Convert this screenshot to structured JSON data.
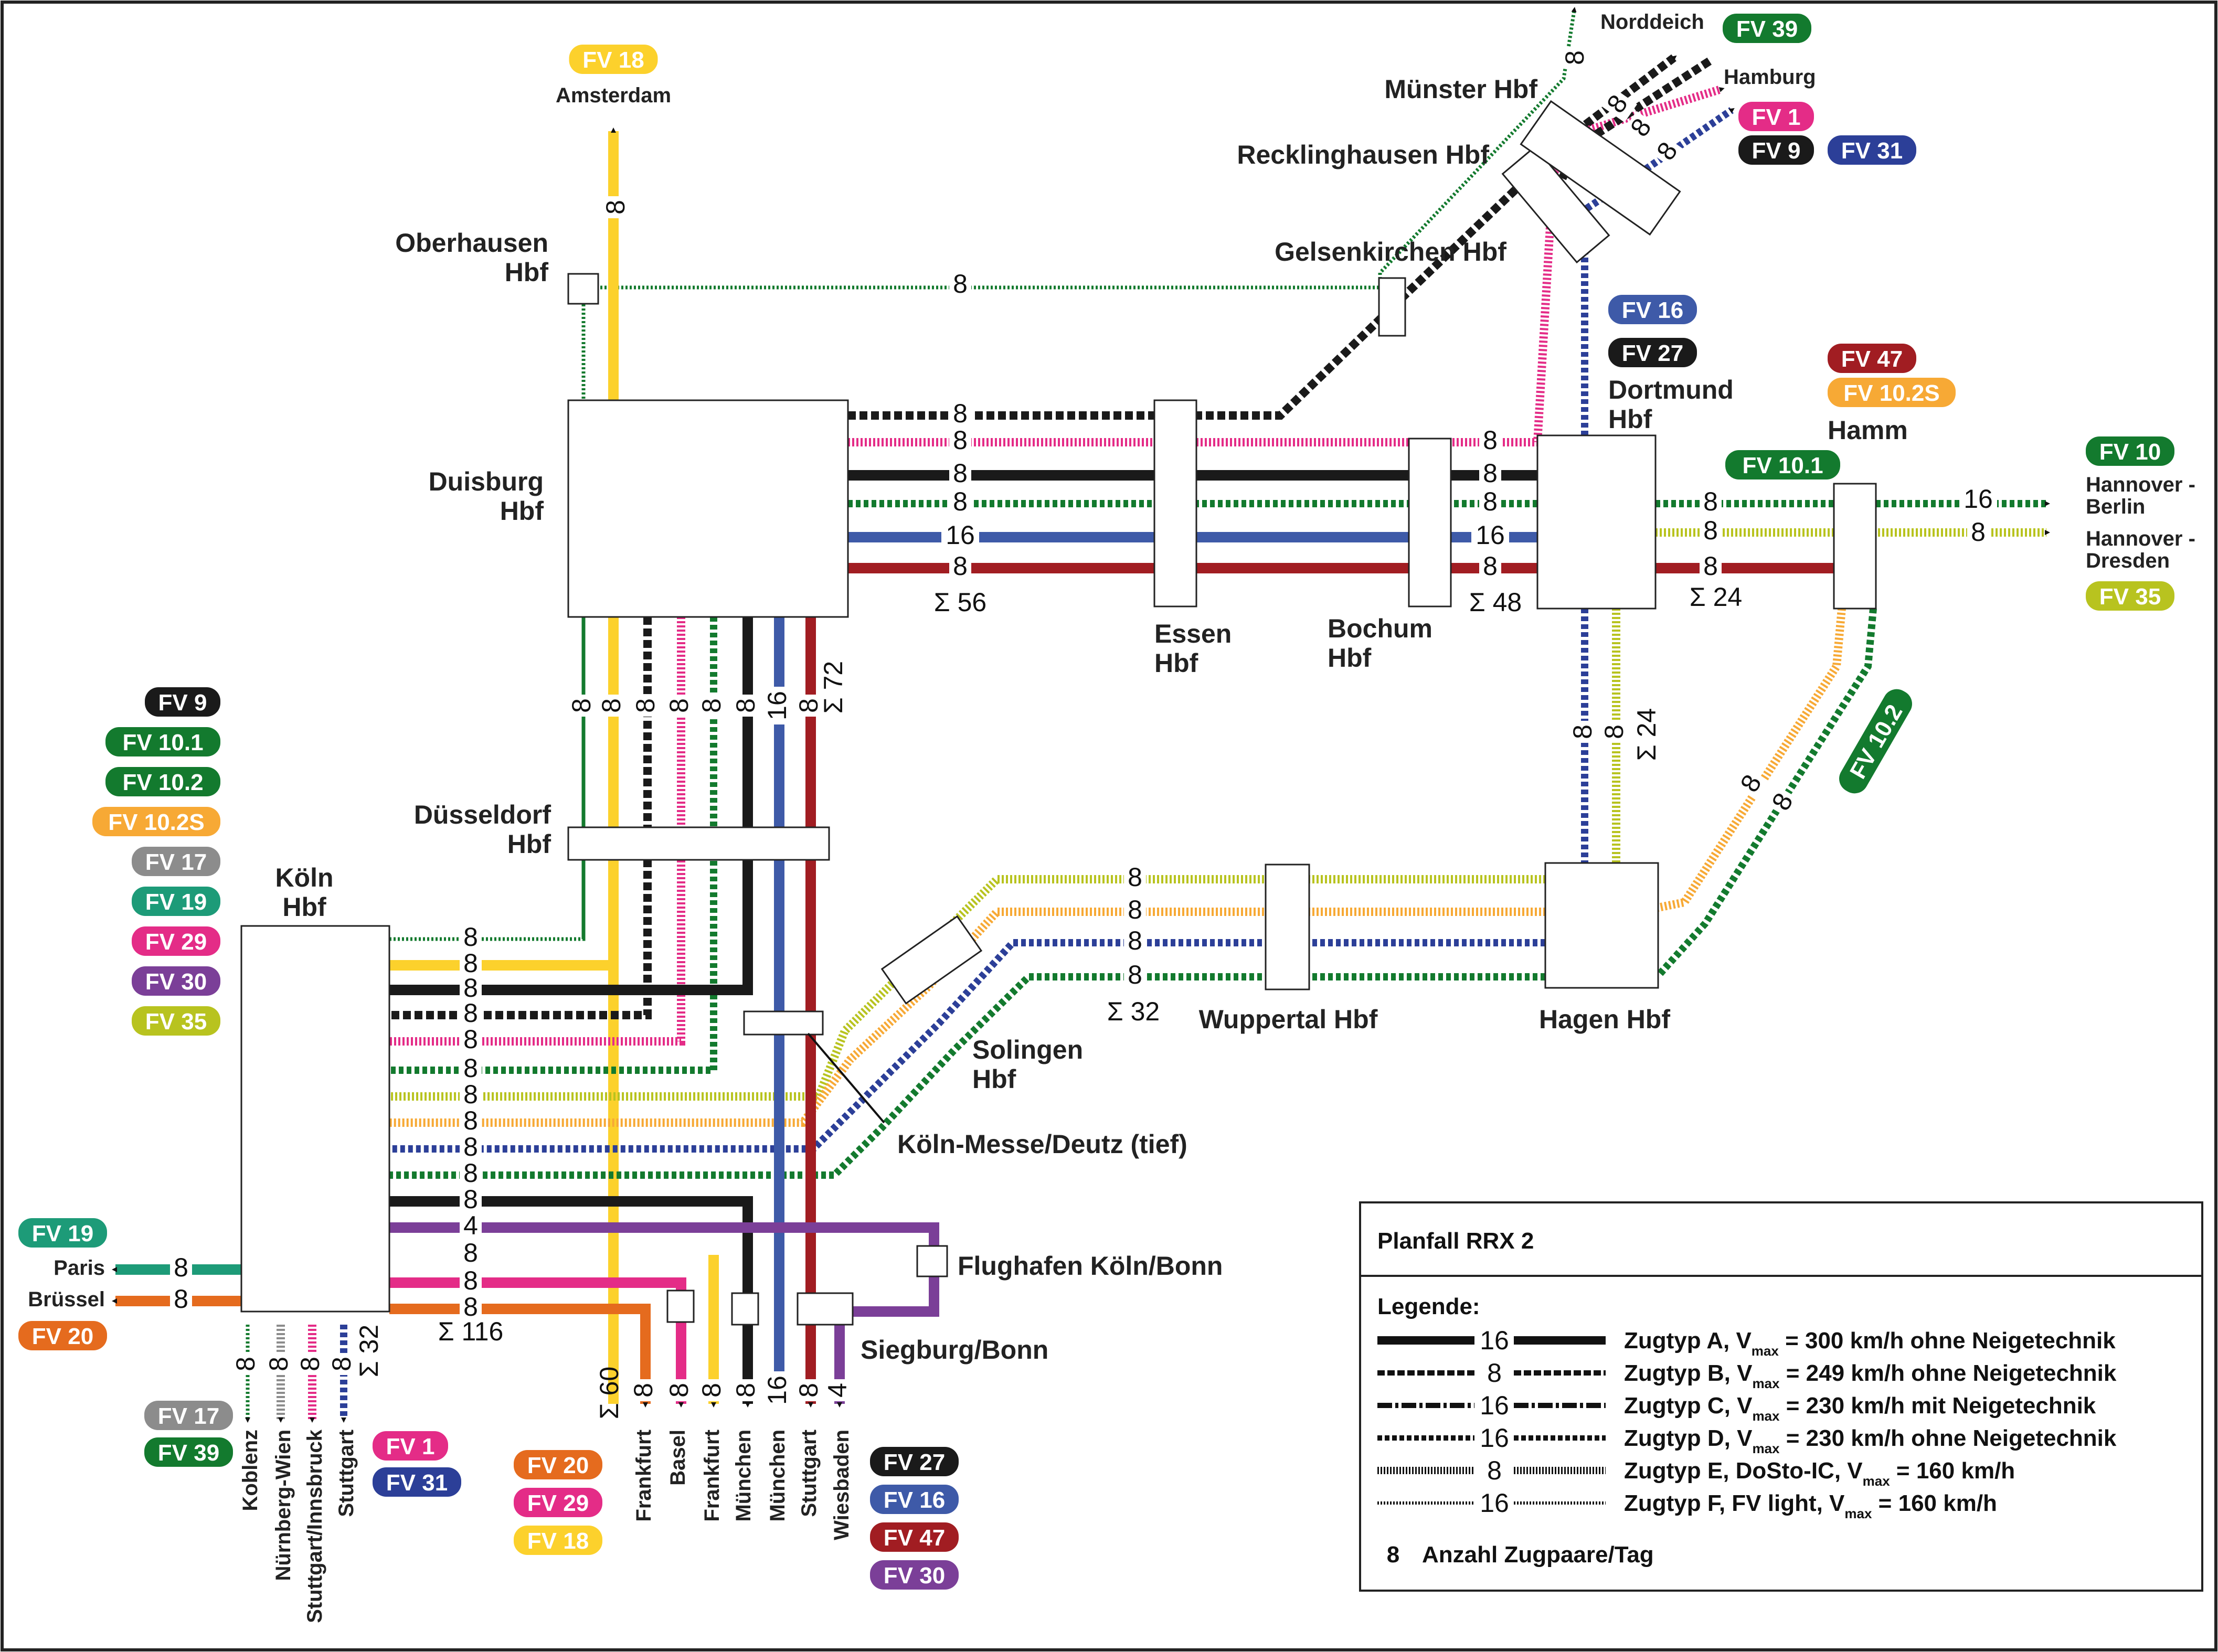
{
  "colors": {
    "fv9": "#1a1a1a",
    "fv10": "#137a2e",
    "fv10_1": "#137a2e",
    "fv10_2": "#137a2e",
    "fv10_2s": "#f7a935",
    "fv17": "#8c8c8c",
    "fv19": "#1d9b78",
    "fv29": "#e42c87",
    "fv30": "#7b3f98",
    "fv35": "#b8c31f",
    "fv18": "#fcd12c",
    "fv20": "#e56b1e",
    "fv1": "#e42c87",
    "fv31": "#2c3f98",
    "fv16": "#3e5aa8",
    "fv27": "#1a1a1a",
    "fv47": "#a11d22",
    "fv39": "#137a2e"
  },
  "stations": {
    "koeln": "Köln\nHbf",
    "duesseldorf": "Düsseldorf\nHbf",
    "duisburg": "Duisburg\nHbf",
    "oberhausen": "Oberhausen\nHbf",
    "essen": "Essen\nHbf",
    "bochum": "Bochum\nHbf",
    "dortmund": "Dortmund\nHbf",
    "hamm": "Hamm",
    "hagen": "Hagen Hbf",
    "wuppertal": "Wuppertal Hbf",
    "solingen": "Solingen\nHbf",
    "messe": "Köln-Messe/Deutz (tief)",
    "flughafen": "Flughafen Köln/Bonn",
    "siegburg": "Siegburg/Bonn",
    "gelsenkirchen": "Gelsenkirchen Hbf",
    "recklinghausen": "Recklinghausen Hbf",
    "muenster": "Münster Hbf"
  },
  "destinations": {
    "amsterdam": "Amsterdam",
    "norddeich": "Norddeich",
    "hamburg": "Hamburg",
    "berlin": "Hannover -\nBerlin",
    "dresden": "Hannover -\nDresden",
    "paris": "Paris",
    "bruessel": "Brüssel",
    "south_left": [
      "Koblenz",
      "Nürnberg-Wien",
      "Stuttgart/Innsbruck",
      "Stuttgart"
    ],
    "south_right": [
      "Frankfurt",
      "Basel",
      "Frankfurt",
      "München",
      "München",
      "Stuttgart",
      "Wiesbaden"
    ]
  },
  "line_labels": {
    "koeln_left": [
      "FV 9",
      "FV 10.1",
      "FV 10.2",
      "FV 10.2S",
      "FV 17",
      "FV 19",
      "FV 29",
      "FV 30",
      "FV 35"
    ],
    "amsterdam": "FV 18",
    "norddeich": "FV 39",
    "hamburg": [
      "FV 1",
      "FV 9",
      "FV 31"
    ],
    "dortmund": [
      "FV 16",
      "FV 27"
    ],
    "hamm": [
      "FV 47",
      "FV 10.2S"
    ],
    "hamm_east": "FV 10.1",
    "berlin": "FV 10",
    "dresden": "FV 35",
    "hamm_hagen": "FV 10.2",
    "paris": "FV 19",
    "bruessel": "FV 20",
    "south_left_a": [
      "FV 17",
      "FV 39"
    ],
    "south_left_b": [
      "FV 1",
      "FV 31"
    ],
    "south_right_a": [
      "FV 20",
      "FV 29",
      "FV 18"
    ],
    "south_right_b": [
      "FV 27",
      "FV 16",
      "FV 47",
      "FV 30"
    ]
  },
  "counts": {
    "oberhausen_gelsen": "8",
    "amsterdam": "8",
    "duisburg_essen": [
      "8",
      "8",
      "8",
      "8",
      "16",
      "8"
    ],
    "sum_duisburg": "Σ 56",
    "bochum_dortmund": [
      "8",
      "8",
      "8",
      "16",
      "8"
    ],
    "sum_bochum": "Σ 48",
    "dortmund_hamm": [
      "8",
      "8",
      "8"
    ],
    "sum_dortmund": "Σ 24",
    "hamm_berlin": "16",
    "hamm_dresden": "8",
    "duisburg_down": [
      "8",
      "8",
      "8",
      "8",
      "8",
      "8",
      "16",
      "8"
    ],
    "sum_duisburg_down": "Σ 72",
    "dortmund_hagen": [
      "8",
      "8"
    ],
    "sum_dortmund_hagen": "Σ 24",
    "hamm_hagen": [
      "8",
      "8"
    ],
    "solingen_wuppertal": [
      "8",
      "8",
      "8",
      "8"
    ],
    "sum_solingen": "Σ 32",
    "koeln_rows": [
      "8",
      "8",
      "8",
      "8",
      "8",
      "8",
      "8",
      "8",
      "8",
      "8",
      "4",
      "8",
      "8",
      "8"
    ],
    "sum_koeln": "Σ 116",
    "paris": "8",
    "bruessel": "8",
    "koeln_south": [
      "8",
      "8",
      "8",
      "8"
    ],
    "sum_koeln_south": "Σ 32",
    "south_right": [
      "8",
      "8",
      "8",
      "8",
      "16",
      "8",
      "4"
    ],
    "sum_south_right": "Σ 60",
    "muenster_norddeich": "8",
    "muenster_hamburg": [
      "8",
      "8",
      "8"
    ]
  },
  "legend": {
    "title": "Planfall RRX 2",
    "heading": "Legende:",
    "items": [
      {
        "num": "16",
        "pre": "Zugtyp A, V",
        "sub": "max",
        "post": " = 300 km/h ohne Neigetechnik"
      },
      {
        "num": "8",
        "pre": "Zugtyp B, V",
        "sub": "max",
        "post": " = 249 km/h ohne Neigetechnik"
      },
      {
        "num": "16",
        "pre": "Zugtyp C, V",
        "sub": "max",
        "post": " = 230 km/h mit Neigetechnik"
      },
      {
        "num": "16",
        "pre": "Zugtyp D, V",
        "sub": "max",
        "post": " = 230 km/h ohne Neigetechnik"
      },
      {
        "num": "8",
        "pre": "Zugtyp E, DoSto-IC, V",
        "sub": "max",
        "post": " = 160 km/h"
      },
      {
        "num": "16",
        "pre": "Zugtyp F, FV light, V",
        "sub": "max",
        "post": " = 160 km/h"
      }
    ],
    "note_num": "8",
    "note_text": "Anzahl Zugpaare/Tag"
  }
}
